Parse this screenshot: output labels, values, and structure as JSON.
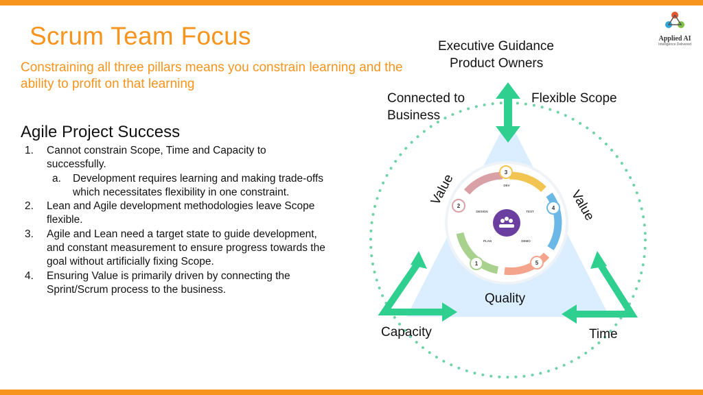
{
  "title": "Scrum Team Focus",
  "subtitle": "Constraining all three pillars means you constrain learning and the ability to profit on that learning",
  "section_heading": "Agile Project Success",
  "list": [
    {
      "num": "1.",
      "text": "Cannot constrain Scope, Time and Capacity to successfully.",
      "sub": [
        {
          "num": "a.",
          "text": "Development requires learning and making trade-offs which necessitates flexibility in one constraint."
        }
      ]
    },
    {
      "num": "2.",
      "text": "Lean and Agile development methodologies leave Scope flexible."
    },
    {
      "num": "3.",
      "text": "Agile and Lean need a target state to guide development, and constant measurement to ensure progress towards the goal without artificially fixing Scope."
    },
    {
      "num": "4.",
      "text": "Ensuring Value is primarily driven by connecting the Sprint/Scrum process to the business."
    }
  ],
  "diagram": {
    "top_label_1": "Executive Guidance",
    "top_label_2": "Product Owners",
    "left_top_1": "Connected to",
    "left_top_2": "Business",
    "right_top": "Flexible Scope",
    "value_left": "Value",
    "value_right": "Value",
    "quality": "Quality",
    "capacity": "Capacity",
    "time": "Time",
    "cycle": [
      {
        "num": "1",
        "label": "PLAN"
      },
      {
        "num": "2",
        "label": "DESIGN"
      },
      {
        "num": "3",
        "label": "DEV"
      },
      {
        "num": "4",
        "label": "TEST"
      },
      {
        "num": "5",
        "label": "DEMO"
      }
    ]
  },
  "logo": {
    "title": "Applied AI",
    "tagline": "Intelligence Delivered"
  },
  "colors": {
    "accent": "#f7941d",
    "arrow": "#2ecf8f",
    "dots": "#6fd3a8",
    "triangle": "#dbeeff"
  }
}
